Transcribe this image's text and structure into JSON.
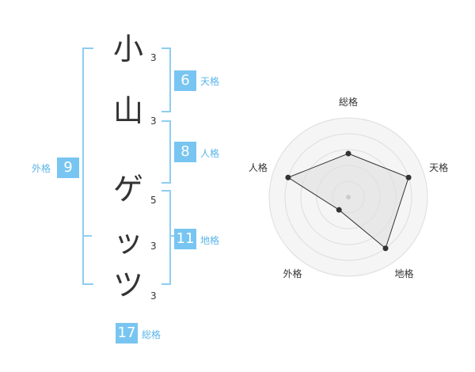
{
  "name_chars": [
    {
      "char": "小",
      "strokes": "3"
    },
    {
      "char": "山",
      "strokes": "3"
    },
    {
      "char": "ゲ",
      "strokes": "5"
    },
    {
      "char": "ッ",
      "strokes": "3"
    },
    {
      "char": "ツ",
      "strokes": "3"
    }
  ],
  "fortunes": {
    "tenkaku": {
      "value": "6",
      "label": "天格"
    },
    "jinkaku": {
      "value": "8",
      "label": "人格"
    },
    "chikaku": {
      "value": "11",
      "label": "地格"
    },
    "gaikaku": {
      "value": "9",
      "label": "外格"
    },
    "soukaku": {
      "value": "17",
      "label": "総格"
    }
  },
  "colors": {
    "accent": "#79c5f1",
    "bracket": "#8ecdf1",
    "label": "#5ab5ea"
  },
  "chart_data": {
    "type": "radar",
    "axes": [
      "総格",
      "天格",
      "地格",
      "外格",
      "人格"
    ],
    "values": [
      0.55,
      0.8,
      0.8,
      0.2,
      0.8
    ],
    "range": [
      0,
      1
    ],
    "rings": 5
  }
}
